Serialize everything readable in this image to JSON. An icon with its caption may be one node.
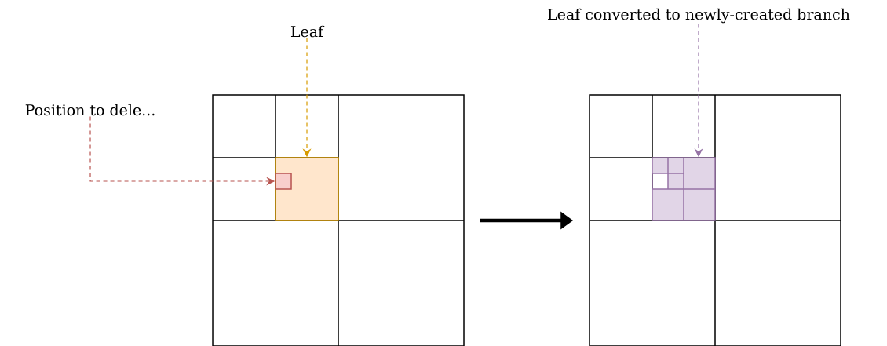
{
  "diagram": {
    "nodes": [
      {
        "text": [
          "Position to dele..."
        ]
      },
      {
        "text": [
          "Leaf"
        ]
      },
      {
        "text": [
          "Leaf converted to newly-created branch"
        ]
      },
      {
        "text": [],
        "shape": "box"
      },
      {
        "text": [],
        "shape": "box",
        "in": 3
      },
      {
        "text": [],
        "shape": "box",
        "in": 4
      },
      {
        "text": [],
        "shape": "box"
      },
      {
        "text": [],
        "shape": "box",
        "in": 6
      }
    ],
    "edges": [
      {
        "from": 0,
        "to": 5,
        "arrow": "to",
        "style": "dashed",
        "color": "#b85450"
      },
      {
        "from": 1,
        "to": 4,
        "arrow": "to",
        "style": "dashed",
        "color": "#d79b00"
      },
      {
        "from": 2,
        "to": 7,
        "arrow": "to",
        "style": "dashed",
        "color": "#9673a6"
      },
      {
        "from": 3,
        "to": 6,
        "arrow": "to",
        "style": "thick",
        "color": "#000000"
      }
    ]
  }
}
